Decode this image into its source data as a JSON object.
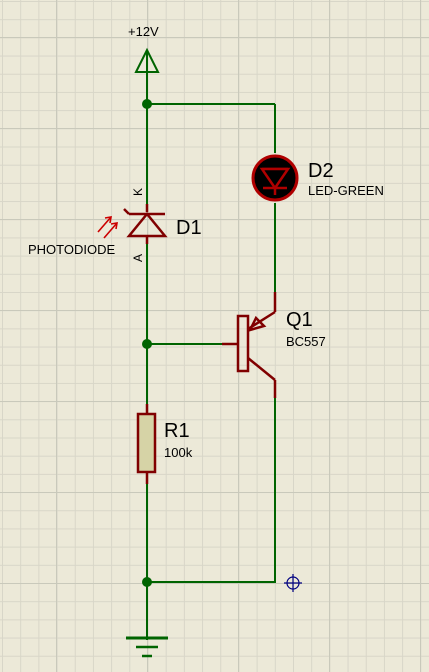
{
  "power": {
    "label": "+12V"
  },
  "components": {
    "d1": {
      "ref": "D1",
      "value": "PHOTODIODE",
      "pin_k": "K",
      "pin_a": "A"
    },
    "d2": {
      "ref": "D2",
      "value": "LED-GREEN"
    },
    "q1": {
      "ref": "Q1",
      "value": "BC557"
    },
    "r1": {
      "ref": "R1",
      "value": "100k"
    }
  },
  "colors": {
    "wire": "#006400",
    "component": "#800000",
    "grid_background": "#ece9d8",
    "cursor": "#000080"
  }
}
